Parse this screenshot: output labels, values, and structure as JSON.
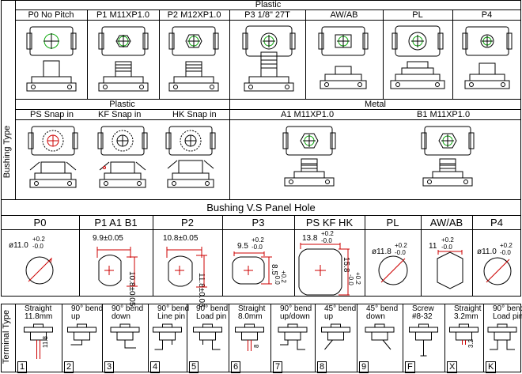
{
  "bushing_section": {
    "side_label": "Bushing Type",
    "plastic_header": "Plastic",
    "top_cols": [
      {
        "label": "P0  No Pitch"
      },
      {
        "label": "P1  M11XP1.0"
      },
      {
        "label": "P2  M12XP1.0"
      },
      {
        "label": "P3   1/8\" 27T"
      },
      {
        "label": "AW/AB"
      },
      {
        "label": "PL"
      },
      {
        "label": "P4"
      }
    ],
    "plastic_header2": "Plastic",
    "metal_header": "Metal",
    "mid_cols": [
      {
        "label": "PS   Snap in"
      },
      {
        "label": "KF     Snap in"
      },
      {
        "label": "HK  Snap in"
      },
      {
        "label": "A1    M11XP1.0"
      },
      {
        "label": "B1    M11XP1.0"
      }
    ]
  },
  "panel_hole": {
    "title": "Bushing V.S Panel Hole",
    "cols": [
      {
        "label": "P0",
        "dim": "ø11.0",
        "tol_up": "+0.2",
        "tol_dn": "-0.0"
      },
      {
        "label": "P1   A1   B1",
        "dim": "9.9±0.05",
        "dim2": "10.8±0.05"
      },
      {
        "label": "P2",
        "dim": "10.8±0.05",
        "dim2": "11.8±0.05"
      },
      {
        "label": "P3",
        "dim": "9.5",
        "tol_up": "+0.2",
        "tol_dn": "-0.0",
        "dim2": "8.5",
        "tol2_up": "+0.2",
        "tol2_dn": "-0.0"
      },
      {
        "label": "PS  KF  HK",
        "dim": "13.8",
        "tol_up": "+0.2",
        "tol_dn": "-0.0",
        "dim2": "15.8",
        "tol2_up": "+0.2",
        "tol2_dn": "-0.0"
      },
      {
        "label": "PL",
        "dim": "ø11.8",
        "tol_up": "+0.2",
        "tol_dn": "-0.0"
      },
      {
        "label": "AW/AB",
        "dim": "11",
        "tol_up": "+0.2",
        "tol_dn": "-0.0"
      },
      {
        "label": "P4",
        "dim": "ø11.0",
        "tol_up": "+0.2",
        "tol_dn": "-0.0"
      }
    ]
  },
  "terminal": {
    "side_label": "Terminal Type",
    "cols": [
      {
        "l1": "Straight",
        "l2": "11.8mm",
        "num": "1",
        "dim": "11.8"
      },
      {
        "l1": "90°  bend",
        "l2": "up",
        "num": "2"
      },
      {
        "l1": "90°  bend",
        "l2": "down",
        "num": "3"
      },
      {
        "l1": "90°  bend",
        "l2": "Line pin",
        "num": "4"
      },
      {
        "l1": "90°  bend",
        "l2": "Load pin",
        "num": "5"
      },
      {
        "l1": "Straight",
        "l2": "8.0mm",
        "num": "6",
        "dim": "8"
      },
      {
        "l1": "90°  bend",
        "l2": "up/down",
        "num": "7"
      },
      {
        "l1": "45°  bend",
        "l2": "up",
        "num": "8"
      },
      {
        "l1": "45°  bend",
        "l2": "down",
        "num": "9"
      },
      {
        "l1": "Screw",
        "l2": "#8-32",
        "num": "F"
      },
      {
        "l1": "Straight",
        "l2": "3.2mm",
        "num": "X",
        "dim": "3.2"
      },
      {
        "l1": "90°  bend",
        "l2": "Load pin",
        "num": "K"
      }
    ]
  }
}
